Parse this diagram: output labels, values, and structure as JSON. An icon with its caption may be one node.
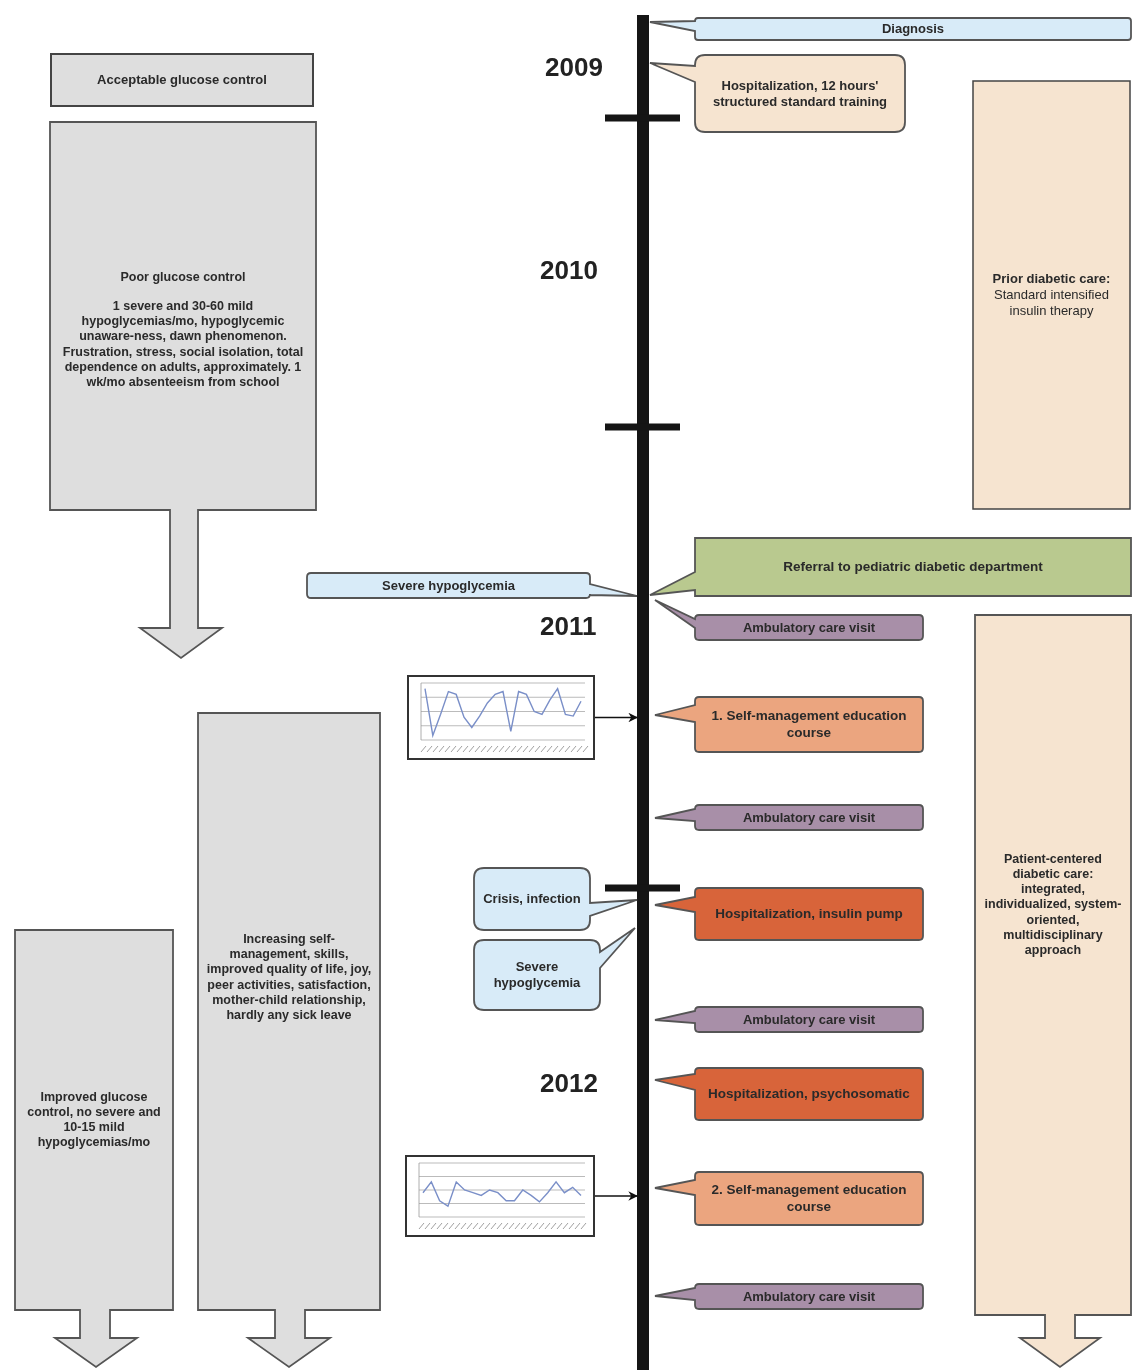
{
  "diagram": {
    "nodes": [
      {
        "text": [],
        "shape": "bar"
      },
      {
        "text": [
          "Diagnosis"
        ]
      },
      {
        "text": [
          "Acceptable glucose control"
        ]
      },
      {
        "text": [
          "Hospitalization, 12 hours' structured standard training"
        ]
      },
      {
        "text": [
          "Prior diabetic care:",
          "Standard intensified insulin therapy"
        ]
      },
      {
        "text": [
          "Poor glucose control",
          "1 severe and 30-60 mild hypoglycemias/mo, hypoglycemic unaware-ness, dawn phenomenon. Frustration, stress, social isolation, total dependence on adults, approximately. 1 wk/mo absenteeism from school"
        ]
      },
      {
        "text": [
          "Referral to pediatric diabetic department"
        ]
      },
      {
        "text": [
          "Severe hypoglycemia"
        ]
      },
      {
        "text": [
          "Ambulatory care visit"
        ]
      },
      {
        "text": [
          "Patient-centered diabetic care:",
          "integrated, individualized, system-oriented, multidisciplinary approach"
        ]
      },
      {
        "text": [],
        "shape": "picture"
      },
      {
        "text": [
          "1. Self-management education course"
        ]
      },
      {
        "text": [
          "Increasing self-management, skills, improved quality of life, joy, peer activities, satisfaction, mother-child relationship, hardly any sick leave"
        ]
      },
      {
        "text": [
          "Ambulatory care visit"
        ]
      },
      {
        "text": [
          "Crisis, infection"
        ]
      },
      {
        "text": [
          "Hospitalization, insulin pump"
        ]
      },
      {
        "text": [
          "Improved glucose control, no severe and 10-15 mild hypoglycemias/mo"
        ]
      },
      {
        "text": [
          "Severe hypoglycemia"
        ]
      },
      {
        "text": [
          "Ambulatory care visit"
        ]
      },
      {
        "text": [
          "Hospitalization, psychosomatic"
        ]
      },
      {
        "text": [],
        "shape": "picture"
      },
      {
        "text": [
          "2. Self-management education course"
        ]
      },
      {
        "text": [
          "Ambulatory care visit"
        ]
      }
    ],
    "edges": [
      {
        "from": 10,
        "to": 0,
        "arrow": "to"
      },
      {
        "from": 20,
        "to": 0,
        "arrow": "to"
      }
    ],
    "labels": [
      "2009",
      "2010",
      "2011",
      "2012"
    ]
  }
}
